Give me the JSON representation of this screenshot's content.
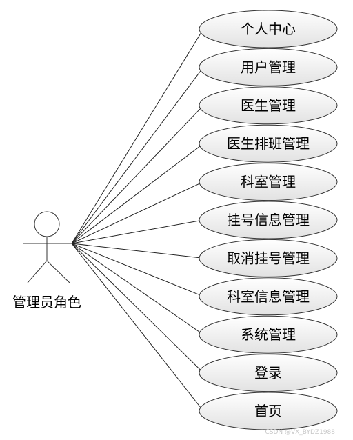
{
  "actor": {
    "name": "管理员角色"
  },
  "use_cases": [
    {
      "label": "个人中心"
    },
    {
      "label": "用户管理"
    },
    {
      "label": "医生管理"
    },
    {
      "label": "医生排班管理"
    },
    {
      "label": "科室管理"
    },
    {
      "label": "挂号信息管理"
    },
    {
      "label": "取消挂号管理"
    },
    {
      "label": "科室信息管理"
    },
    {
      "label": "系统管理"
    },
    {
      "label": "登录"
    },
    {
      "label": "首页"
    }
  ],
  "watermark": "CSDN @VX_BYDZ1988",
  "colors": {
    "ellipse_fill_top": "#ffffff",
    "ellipse_fill_bottom": "#e2e2e2",
    "stroke": "#333333"
  }
}
